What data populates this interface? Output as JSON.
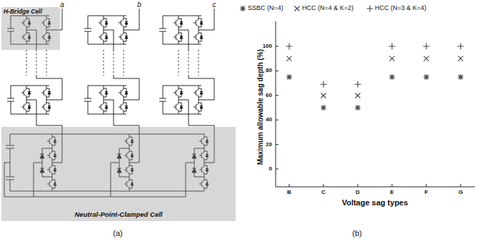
{
  "diagram": {
    "nodes": [
      {
        "text": [
          "H-Bridge Cell"
        ]
      },
      {
        "text": [
          "Neutral-Point-Clamped Cell"
        ]
      }
    ],
    "labels": [
      "a",
      "b",
      "c",
      "(a)",
      "Maximum allowable sag depth (%)",
      "100",
      "80",
      "60",
      "40",
      "20",
      "0",
      "B",
      "C",
      "D",
      "E",
      "F",
      "G",
      "Voltage sag types",
      "(b)"
    ],
    "legend": [
      {
        "text": "SSBC (N=4)"
      },
      {
        "text": "HCC (N=4 & K=2)"
      },
      {
        "text": "HCC (N=3 & K=4)"
      }
    ]
  }
}
